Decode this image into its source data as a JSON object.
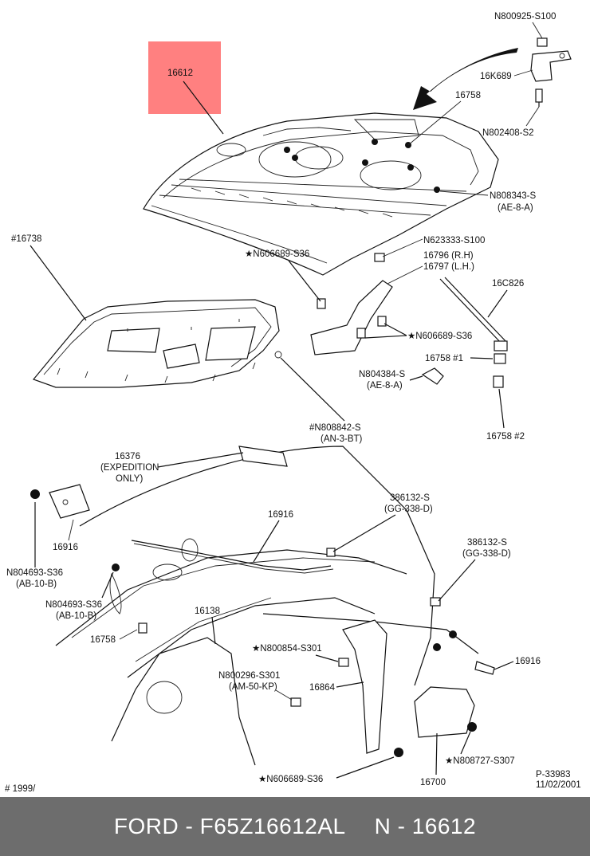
{
  "highlight": {
    "label": "16612",
    "color": "#ff8080"
  },
  "callouts": {
    "c01": "N800925-S100",
    "c02": "16K689",
    "c03": "16758",
    "c04": "N802408-S2",
    "c05a": "N808343-S",
    "c05b": "(AE-8-A)",
    "c06": "#16738",
    "c07": "★N606689-S36",
    "c08": "N623333-S100",
    "c09": "16796 (R.H)",
    "c10": "16797 (L.H.)",
    "c11": "16C826",
    "c12": "★N606689-S36",
    "c13": "16758 #1",
    "c14a": "N804384-S",
    "c14b": "(AE-8-A)",
    "c15a": "#N808842-S",
    "c15b": "(AN-3-BT)",
    "c16": "16758 #2",
    "c17a": "16376",
    "c17b": "(EXPEDITION",
    "c17c": "ONLY)",
    "c18a": "386132-S",
    "c18b": "(GG-338-D)",
    "c19": "16916",
    "c20": "16916",
    "c21a": "386132-S",
    "c21b": "(GG-338-D)",
    "c22a": "N804693-S36",
    "c22b": "(AB-10-B)",
    "c23a": "N804693-S36",
    "c23b": "(AB-10-B)",
    "c24": "16138",
    "c25": "16758",
    "c26": "★N800854-S301",
    "c27a": "N800296-S301",
    "c27b": "(AM-50-KP)",
    "c28": "16864",
    "c29": "16916",
    "c30": "★N808727-S307",
    "c31": "16700",
    "c32": "★N606689-S36"
  },
  "diagram_ref": {
    "code": "P-33983",
    "date": "11/02/2001"
  },
  "year_note": "# 1999/",
  "footer": {
    "brand_part": "FORD - F65Z16612AL",
    "ref": "N - 16612"
  }
}
